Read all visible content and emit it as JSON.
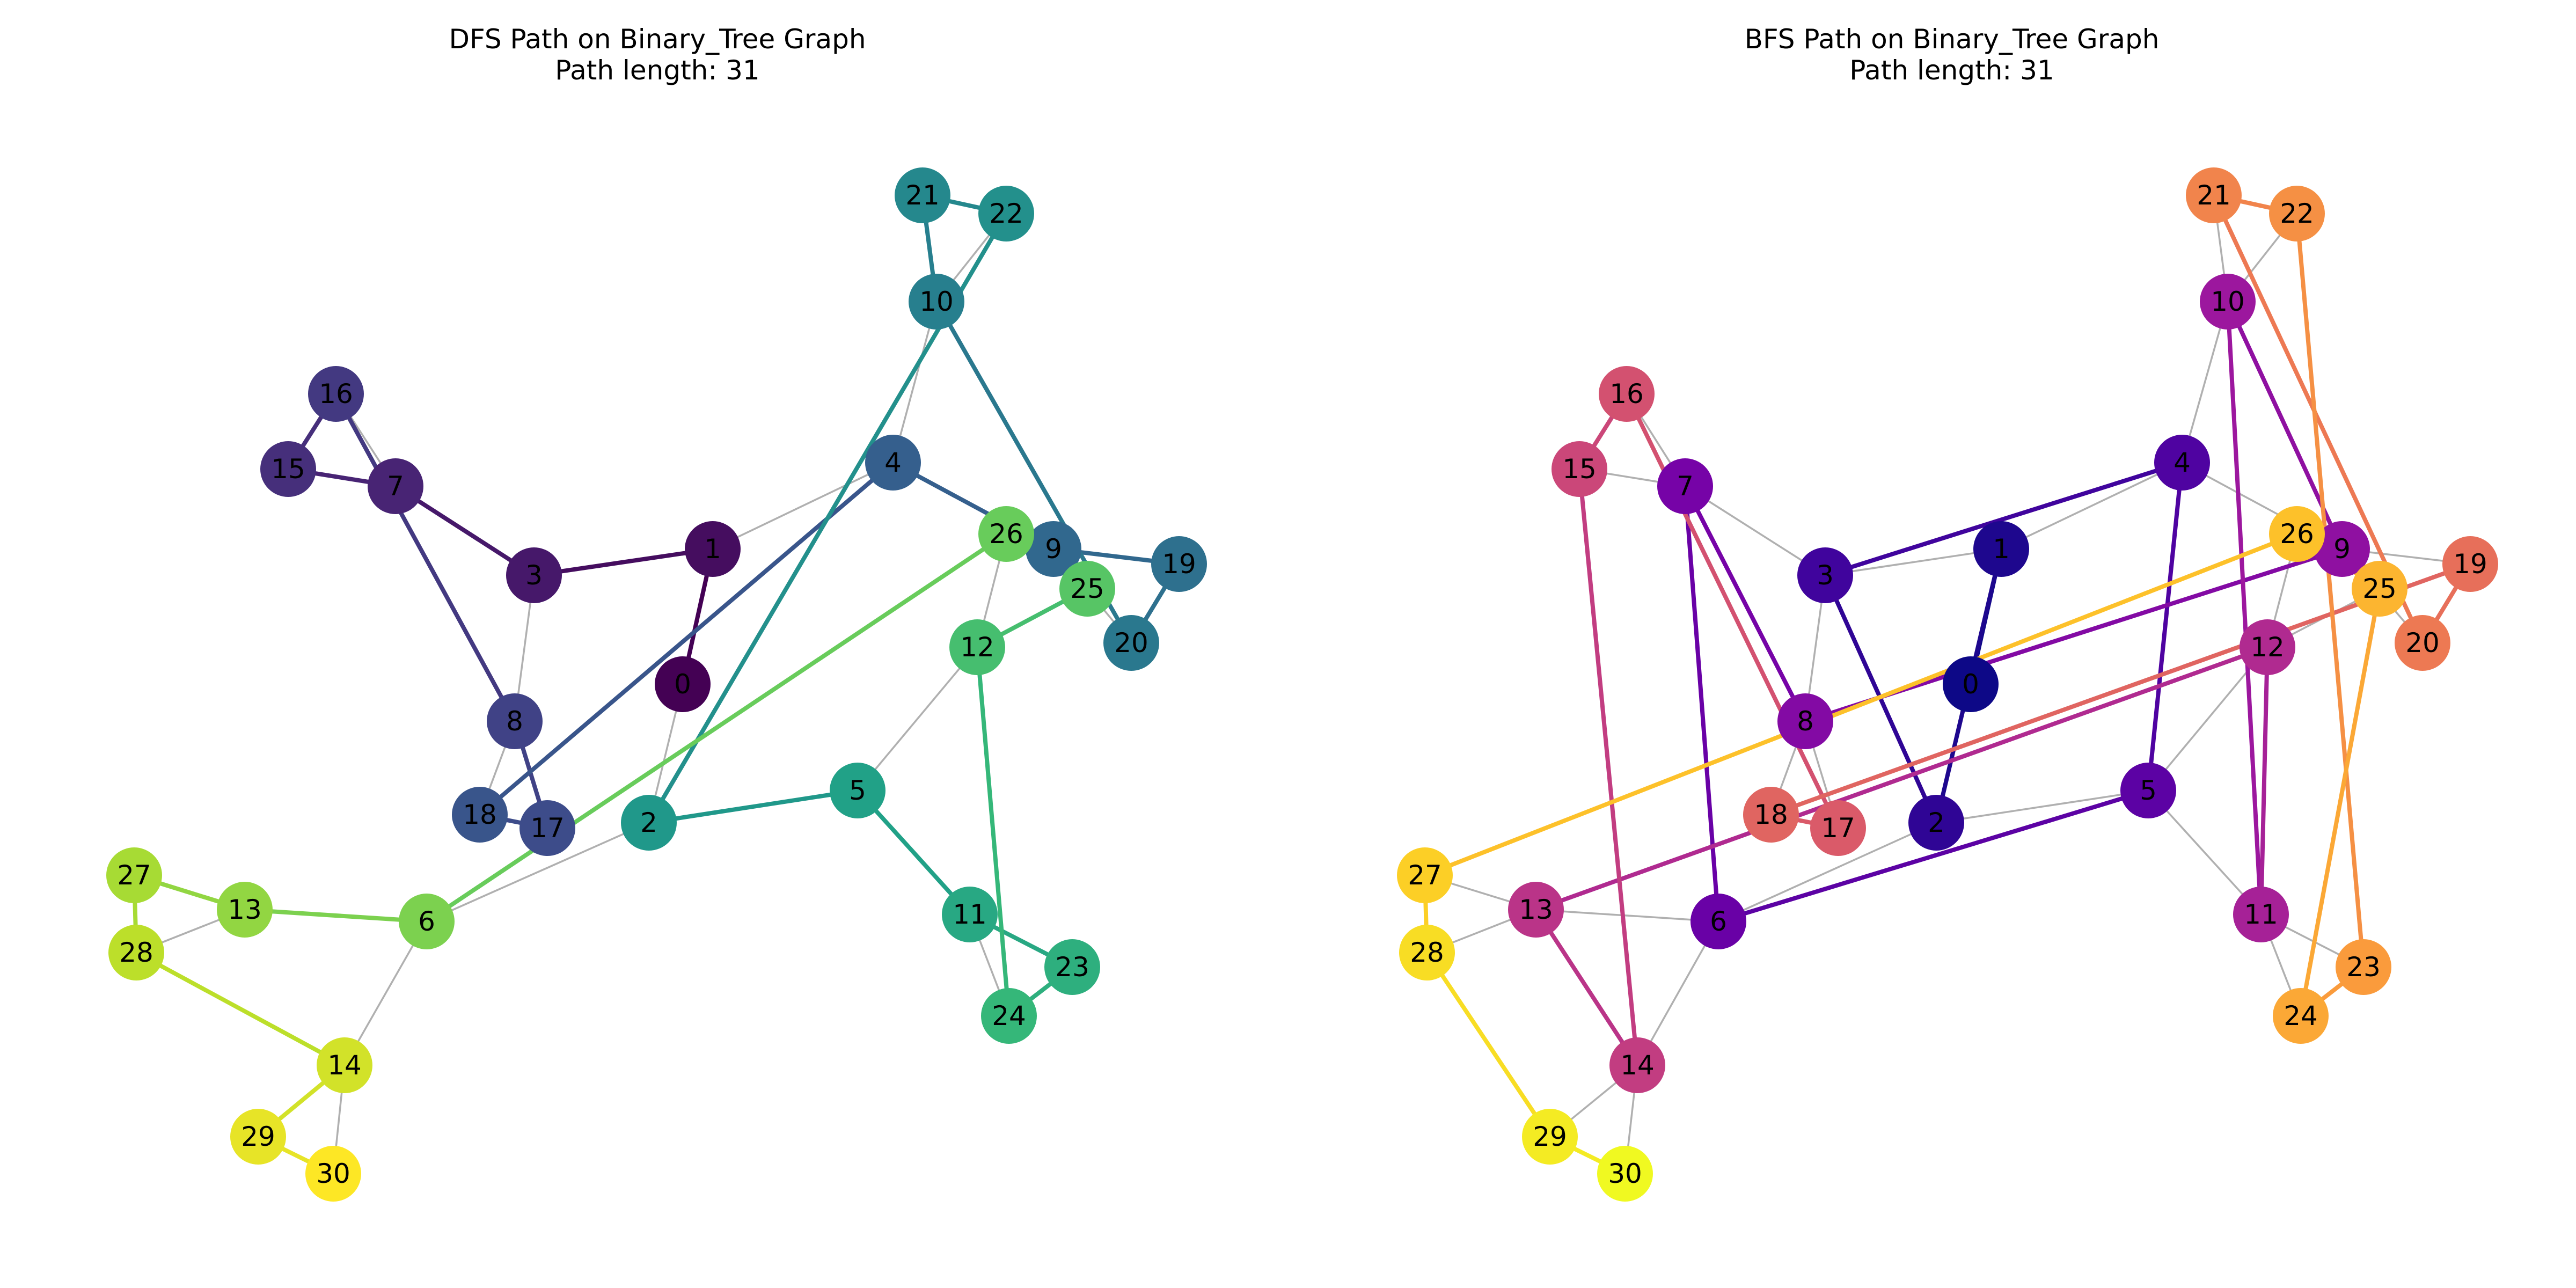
{
  "panels": [
    {
      "id": "dfs",
      "title_line1": "DFS Path on Binary_Tree Graph",
      "title_line2": "Path length: 31",
      "colormap": "viridis",
      "order": [
        0,
        1,
        3,
        7,
        15,
        16,
        8,
        17,
        18,
        4,
        9,
        19,
        20,
        10,
        21,
        22,
        2,
        5,
        11,
        23,
        24,
        12,
        25,
        26,
        6,
        13,
        27,
        28,
        14,
        29,
        30
      ]
    },
    {
      "id": "bfs",
      "title_line1": "BFS Path on Binary_Tree Graph",
      "title_line2": "Path length: 31",
      "colormap": "plasma",
      "order": [
        0,
        1,
        2,
        3,
        4,
        5,
        6,
        7,
        8,
        9,
        10,
        11,
        12,
        13,
        14,
        15,
        16,
        17,
        18,
        19,
        20,
        21,
        22,
        23,
        24,
        25,
        26,
        27,
        28,
        29,
        30
      ]
    }
  ],
  "tree_edges": [
    [
      0,
      1
    ],
    [
      0,
      2
    ],
    [
      1,
      3
    ],
    [
      1,
      4
    ],
    [
      2,
      5
    ],
    [
      2,
      6
    ],
    [
      3,
      7
    ],
    [
      3,
      8
    ],
    [
      4,
      9
    ],
    [
      4,
      10
    ],
    [
      5,
      11
    ],
    [
      5,
      12
    ],
    [
      6,
      13
    ],
    [
      6,
      14
    ],
    [
      7,
      15
    ],
    [
      7,
      16
    ],
    [
      8,
      17
    ],
    [
      8,
      18
    ],
    [
      9,
      19
    ],
    [
      9,
      20
    ],
    [
      10,
      21
    ],
    [
      10,
      22
    ],
    [
      11,
      23
    ],
    [
      11,
      24
    ],
    [
      12,
      25
    ],
    [
      12,
      26
    ],
    [
      13,
      27
    ],
    [
      13,
      28
    ],
    [
      14,
      29
    ],
    [
      14,
      30
    ]
  ],
  "colormaps": {
    "viridis": [
      "#440154",
      "#482878",
      "#3e4989",
      "#31688e",
      "#26828e",
      "#1f9e89",
      "#35b779",
      "#6ece58",
      "#b5de2b",
      "#fde725"
    ],
    "plasma": [
      "#0d0887",
      "#46039f",
      "#7201a8",
      "#9c179e",
      "#bd3786",
      "#d8576b",
      "#ed7953",
      "#fb9f3a",
      "#fdca26",
      "#f0f921"
    ]
  },
  "node_labels": [
    "0",
    "1",
    "2",
    "3",
    "4",
    "5",
    "6",
    "7",
    "8",
    "9",
    "10",
    "11",
    "12",
    "13",
    "14",
    "15",
    "16",
    "17",
    "18",
    "19",
    "20",
    "21",
    "22",
    "23",
    "24",
    "25",
    "26",
    "27",
    "28",
    "29",
    "30"
  ]
}
